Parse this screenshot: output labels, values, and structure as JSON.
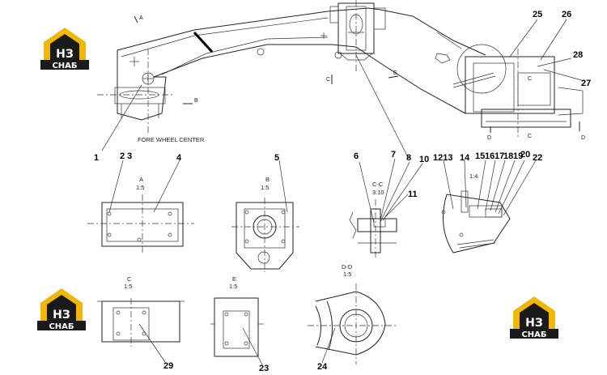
{
  "logo": {
    "mark": "НЗ",
    "caption": "СНАБ",
    "colors": {
      "accent": "#f2b705",
      "dark": "#1a1a1a"
    }
  },
  "main_view": {
    "annotation": "FORE WHEEL CENTER",
    "section_marks": [
      "A",
      "B",
      "C",
      "C",
      "E",
      "D",
      "D",
      "C"
    ]
  },
  "callouts": [
    "1",
    "2 3",
    "4",
    "5",
    "6",
    "7",
    "8",
    "10",
    "11",
    "1213",
    "14",
    "15",
    "16",
    "17",
    "18",
    "19",
    "20",
    "22",
    "25",
    "26",
    "27",
    "28",
    "29",
    "23",
    "24"
  ],
  "details": {
    "a": {
      "letter": "A",
      "scale": "1:5"
    },
    "b": {
      "letter": "B",
      "scale": "1:5"
    },
    "cc": {
      "letter": "C-C",
      "scale": "3:10"
    },
    "f": {
      "scale": "1:4"
    },
    "c": {
      "letter": "C",
      "scale": "1:5"
    },
    "e": {
      "letter": "E",
      "scale": "1:5"
    },
    "dd": {
      "letter": "D-D",
      "scale": "1:5"
    }
  }
}
